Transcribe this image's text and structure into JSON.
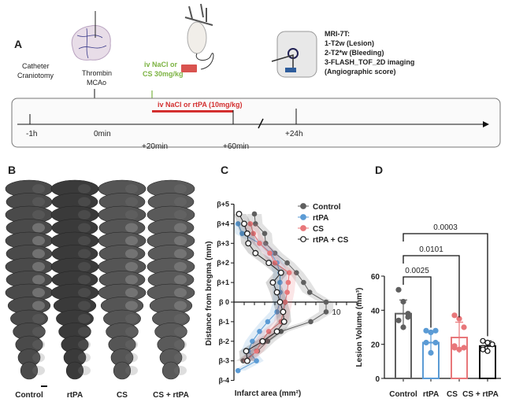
{
  "panel_a": {
    "label": "A",
    "catheter": [
      "Catheter",
      "Craniotomy"
    ],
    "thrombin": [
      "Thrombin",
      "MCAo"
    ],
    "iv_cs": [
      "iv NaCl or",
      "CS 30mg/kg"
    ],
    "iv_rtpa": "iv NaCl or rtPA (10mg/kg)",
    "mri": [
      "MRI-7T:",
      "1-T2w (Lesion)",
      "2-T2*w (Bleeding)",
      "3-FLASH_TOF_2D imaging",
      "(Angiographic score)"
    ],
    "timepoints": [
      "-1h",
      "0min",
      "+20min",
      "+60min",
      "+24h"
    ],
    "colors": {
      "green": "#7cb342",
      "red": "#d32f2f"
    }
  },
  "panel_b": {
    "label": "B",
    "groups": [
      "Control",
      "rtPA",
      "CS",
      "CS + rtPA"
    ]
  },
  "chart_data": [
    {
      "panel": "C",
      "type": "line",
      "xlabel": "Infarct area (mm²)",
      "ylabel": "Distance from bregma (mm)",
      "x_ticklabels": [
        "10"
      ],
      "xlim": [
        0,
        12
      ],
      "ylim": [
        -4,
        5
      ],
      "y_ticklabels": [
        "β+5",
        "β+4",
        "β+3",
        "β+2",
        "β+1",
        "β 0",
        "β-1",
        "β-2",
        "β-3",
        "β-4"
      ],
      "legend": "top-right",
      "series": [
        {
          "name": "Control",
          "color": "#5f5f5f",
          "marker": "filled",
          "y": [
            4.5,
            4,
            3.5,
            3,
            2.5,
            2,
            1.5,
            1,
            0.5,
            0,
            -0.5,
            -1,
            -1.5,
            -2,
            -2.5,
            -3
          ],
          "x": [
            2.0,
            2.1,
            3.0,
            3.1,
            4.0,
            5.2,
            6.1,
            6.8,
            7.4,
            9.0,
            9.0,
            7.5,
            4.6,
            3.3,
            2.3,
            0.9
          ]
        },
        {
          "name": "rtPA",
          "color": "#5b9bd5",
          "marker": "filled",
          "y": [
            4,
            3.5,
            3,
            2.5,
            2,
            1.5,
            1,
            0.5,
            0,
            -0.5,
            -1,
            -1.5,
            -2,
            -2.5,
            -3,
            -3.5
          ],
          "x": [
            0.4,
            0.8,
            2.5,
            3.6,
            4.2,
            4.5,
            4.5,
            4.5,
            4.5,
            4.2,
            3.3,
            2.5,
            1.8,
            1.4,
            2.2,
            0.4
          ]
        },
        {
          "name": "CS",
          "color": "#e8777a",
          "marker": "filled",
          "y": [
            4,
            3.5,
            3,
            2.5,
            2,
            1.5,
            1,
            0.5,
            0,
            -0.5,
            -1,
            -1.5,
            -2,
            -2.5,
            -3
          ],
          "x": [
            1.6,
            1.9,
            2.5,
            3.5,
            4.0,
            5.4,
            5.3,
            5.2,
            5.0,
            4.8,
            4.6,
            3.4,
            2.7,
            2.2,
            1.2
          ]
        },
        {
          "name": "rtPA + CS",
          "color": "#222222",
          "marker": "open",
          "y": [
            4.5,
            4,
            3.5,
            3,
            2.5,
            2,
            1.5,
            1,
            0.5,
            0,
            -0.5,
            -1,
            -1.5,
            -2,
            -2.5,
            -3
          ],
          "x": [
            0.5,
            1.0,
            1.3,
            1.4,
            2.1,
            3.4,
            4.6,
            3.8,
            4.2,
            4.5,
            4.8,
            4.9,
            4.2,
            2.8,
            1.2,
            1.3
          ]
        }
      ]
    },
    {
      "panel": "D",
      "type": "bar",
      "ylabel": "Lesion Volume (mm³)",
      "ylim": [
        0,
        60
      ],
      "y_ticklabels": [
        "0",
        "20",
        "40",
        "60"
      ],
      "categories": [
        "Control",
        "rtPA",
        "CS",
        "CS + rtPA"
      ],
      "colors": [
        "#5f5f5f",
        "#5b9bd5",
        "#e8777a",
        "#111111"
      ],
      "values": [
        38,
        21,
        24,
        19
      ],
      "sd": [
        8,
        6,
        9,
        3
      ],
      "points": [
        [
          52,
          45,
          36,
          34,
          30,
          38
        ],
        [
          28,
          27,
          21,
          21,
          15,
          28
        ],
        [
          37,
          35,
          30,
          19,
          17,
          18,
          18
        ],
        [
          22,
          21,
          20,
          18,
          16,
          20,
          17
        ]
      ],
      "comparisons": [
        {
          "from": "Control",
          "to": "rtPA",
          "p": "0.0025"
        },
        {
          "from": "Control",
          "to": "CS",
          "p": "0.0101"
        },
        {
          "from": "Control",
          "to": "CS + rtPA",
          "p": "0.0003"
        }
      ]
    }
  ],
  "panel_labels": {
    "c": "C",
    "d": "D"
  }
}
